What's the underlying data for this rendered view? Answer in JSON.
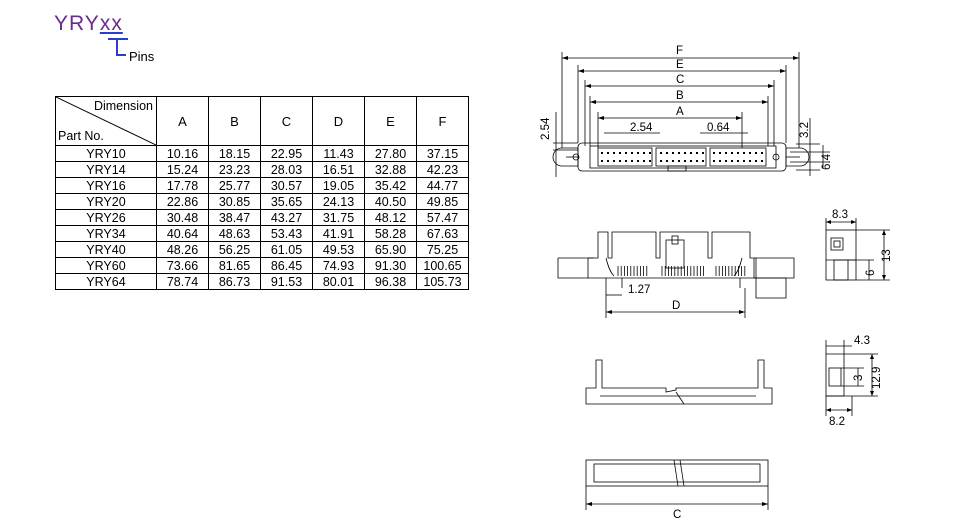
{
  "title": {
    "prefix": "YRY",
    "suffix": "xx",
    "pins_label": "Pins"
  },
  "table": {
    "corner_top": "Dimension",
    "corner_bottom": "Part No.",
    "columns": [
      "A",
      "B",
      "C",
      "D",
      "E",
      "F"
    ],
    "rows": [
      {
        "part": "YRY10",
        "values": [
          "10.16",
          "18.15",
          "22.95",
          "11.43",
          "27.80",
          "37.15"
        ]
      },
      {
        "part": "YRY14",
        "values": [
          "15.24",
          "23.23",
          "28.03",
          "16.51",
          "32.88",
          "42.23"
        ]
      },
      {
        "part": "YRY16",
        "values": [
          "17.78",
          "25.77",
          "30.57",
          "19.05",
          "35.42",
          "44.77"
        ]
      },
      {
        "part": "YRY20",
        "values": [
          "22.86",
          "30.85",
          "35.65",
          "24.13",
          "40.50",
          "49.85"
        ]
      },
      {
        "part": "YRY26",
        "values": [
          "30.48",
          "38.47",
          "43.27",
          "31.75",
          "48.12",
          "57.47"
        ]
      },
      {
        "part": "YRY34",
        "values": [
          "40.64",
          "48.63",
          "53.43",
          "41.91",
          "58.28",
          "67.63"
        ]
      },
      {
        "part": "YRY40",
        "values": [
          "48.26",
          "56.25",
          "61.05",
          "49.53",
          "65.90",
          "75.25"
        ]
      },
      {
        "part": "YRY60",
        "values": [
          "73.66",
          "81.65",
          "86.45",
          "74.93",
          "91.30",
          "100.65"
        ]
      },
      {
        "part": "YRY64",
        "values": [
          "78.74",
          "86.73",
          "91.53",
          "80.01",
          "96.38",
          "105.73"
        ]
      }
    ]
  },
  "drawing": {
    "top_view": {
      "F": "F",
      "E": "E",
      "C": "C",
      "B": "B",
      "A": "A",
      "pitch": "2.54",
      "pin": "0.64",
      "left_h": "2.54",
      "r1": "3.2",
      "r2": "6.4"
    },
    "front_view": {
      "pitch": "1.27",
      "D": "D"
    },
    "side_view1": {
      "w": "8.3",
      "h1": "6",
      "h2": "13"
    },
    "side_view2": {
      "w1": "4.3",
      "w2": "8.2",
      "h1": "3",
      "h2": "12.9"
    },
    "bottom_view": {
      "C": "C"
    }
  }
}
